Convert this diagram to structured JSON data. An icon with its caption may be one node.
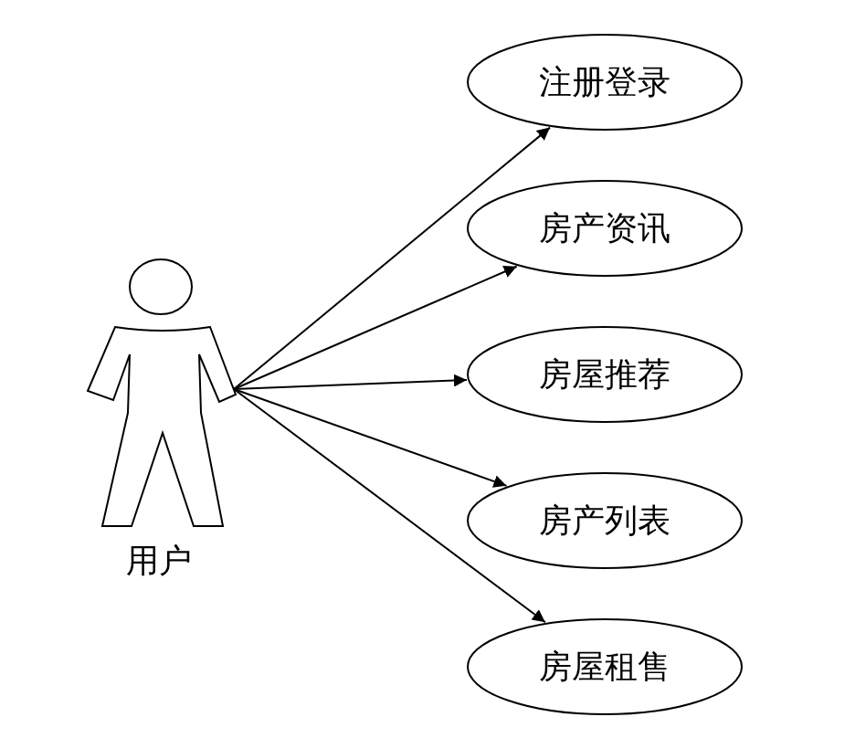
{
  "diagram": {
    "nodes": [
      {
        "text": [
          "用户"
        ]
      },
      {
        "text": [
          "注册登录"
        ]
      },
      {
        "text": [
          "房产资讯"
        ]
      },
      {
        "text": [
          "房屋推荐"
        ]
      },
      {
        "text": [
          "房产列表"
        ]
      },
      {
        "text": [
          "房屋租售"
        ]
      }
    ],
    "edges": [
      {
        "from": 0,
        "to": 1,
        "arrow": "to"
      },
      {
        "from": 0,
        "to": 2,
        "arrow": "to"
      },
      {
        "from": 0,
        "to": 3,
        "arrow": "to"
      },
      {
        "from": 0,
        "to": 4,
        "arrow": "to"
      },
      {
        "from": 0,
        "to": 5,
        "arrow": "to"
      }
    ]
  }
}
